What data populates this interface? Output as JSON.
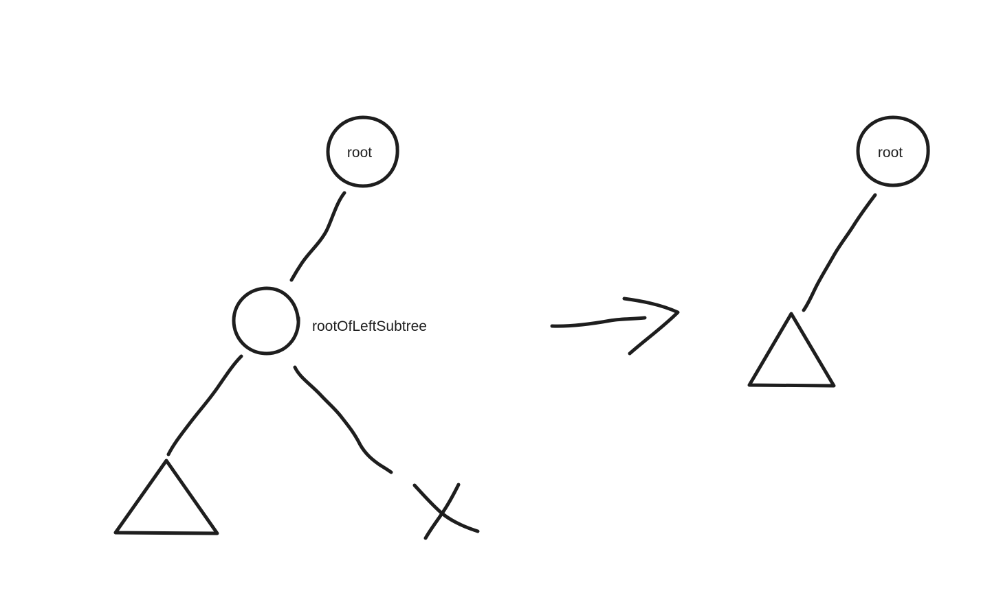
{
  "diagram": {
    "stroke_color": "#1e1e1e",
    "background": "#ffffff",
    "before": {
      "root_label": "root",
      "left_child_label": "rootOfLeftSubtree"
    },
    "after": {
      "root_label": "root"
    }
  }
}
